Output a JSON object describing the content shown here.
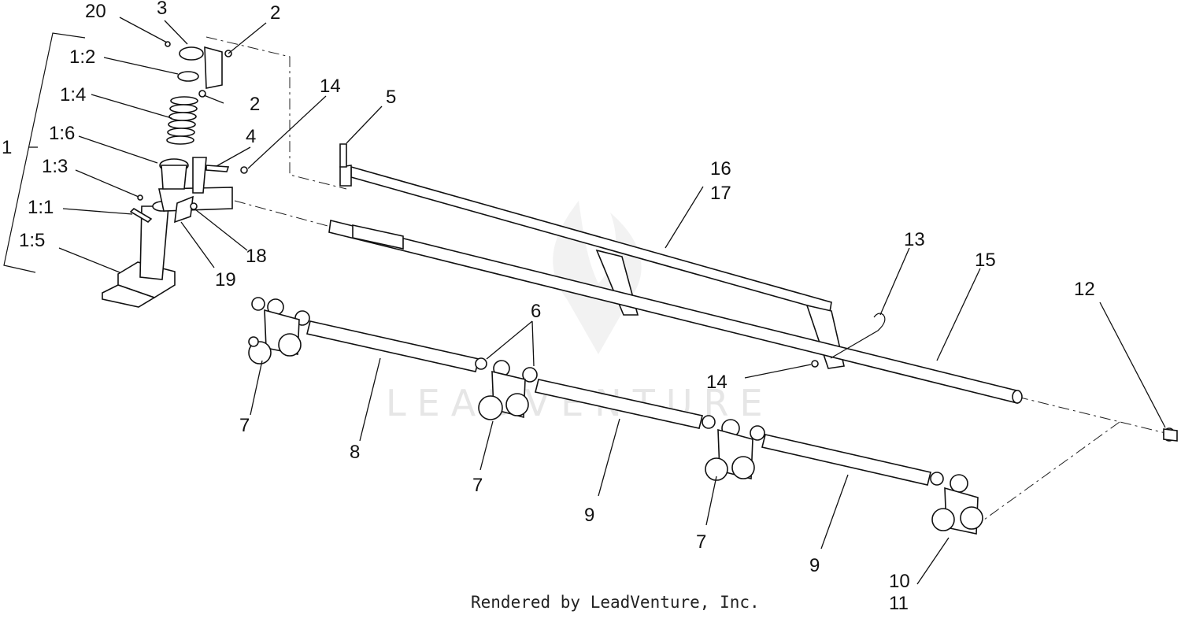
{
  "diagram": {
    "watermark": "LEADVENTURE",
    "credit": "Rendered by LeadVenture, Inc.",
    "callouts": [
      "20",
      "3",
      "2",
      "1:2",
      "1:4",
      "2",
      "1",
      "1:6",
      "4",
      "14",
      "1:3",
      "1:1",
      "1:5",
      "18",
      "19",
      "5",
      "16",
      "17",
      "13",
      "15",
      "12",
      "6",
      "14",
      "7",
      "8",
      "7",
      "9",
      "7",
      "9",
      "10",
      "11"
    ]
  }
}
